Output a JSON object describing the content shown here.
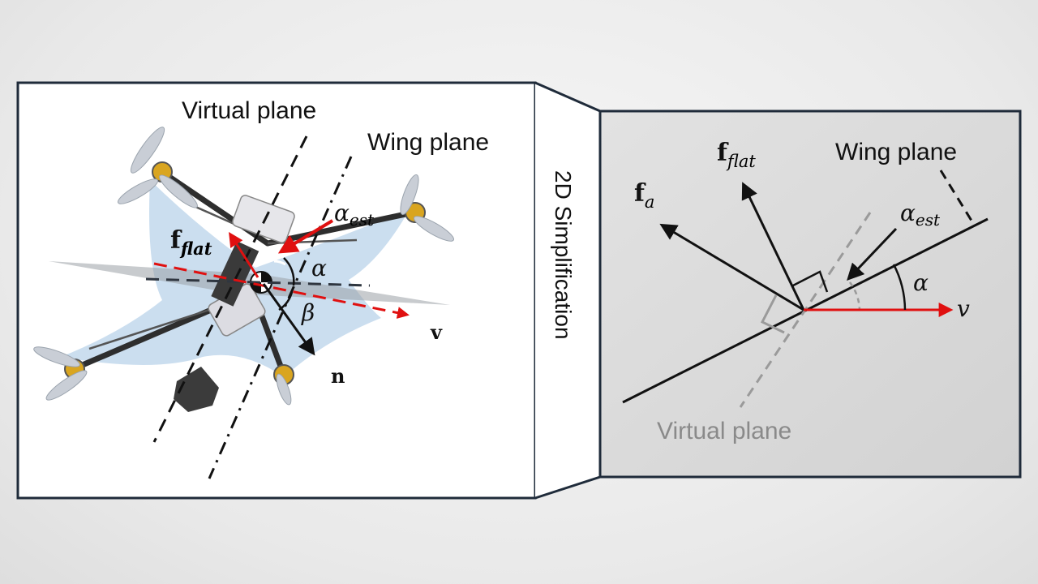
{
  "left_panel": {
    "virtual_plane_label": "Virtual plane",
    "wing_plane_label": "Wing plane",
    "alpha_est": {
      "symbol": "α",
      "sub": "est"
    },
    "f_flat": {
      "symbol": "f",
      "sub": "flat"
    },
    "alpha": "α",
    "beta": "β",
    "v": "v",
    "n": "n"
  },
  "connector": {
    "label": "2D Simplification"
  },
  "right_panel": {
    "wing_plane_label": "Wing plane",
    "virtual_plane_label": "Virtual plane",
    "f_flat": {
      "symbol": "f",
      "sub": "flat"
    },
    "f_a": {
      "symbol": "f",
      "sub": "a"
    },
    "alpha_est": {
      "symbol": "α",
      "sub": "est"
    },
    "alpha": "α",
    "v": "v"
  },
  "colors": {
    "panel_border": "#1f2b3a",
    "velocity_arrow": "#e01010",
    "virtual_plane_right": "#9a9a9a",
    "wing_surface": "#b9d3ea",
    "right_panel_bg": "#d9d9d9"
  },
  "icons": [
    "drone-icon"
  ]
}
